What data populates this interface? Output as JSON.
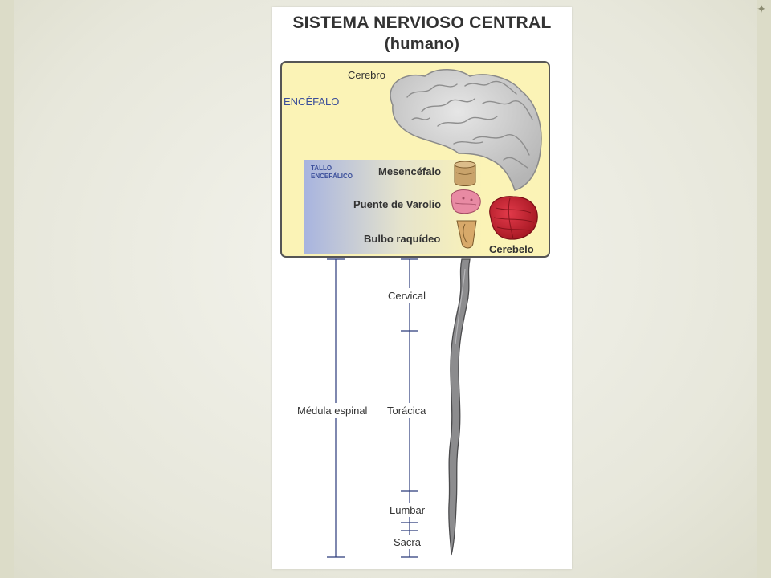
{
  "title_line1": "SISTEMA NERVIOSO CENTRAL",
  "title_line2": "(humano)",
  "encefalo": "ENCÉFALO",
  "cerebro": "Cerebro",
  "tallo_line1": "TALLO",
  "tallo_line2": "ENCEFÁLICO",
  "mesencefalo": "Mesencéfalo",
  "puente": "Puente de Varolio",
  "bulbo": "Bulbo raquídeo",
  "cerebelo": "Cerebelo",
  "medula": "Médula espinal",
  "cervical": "Cervical",
  "toracica": "Torácica",
  "lumbar": "Lumbar",
  "sacra": "Sacra",
  "colors": {
    "encefalo_box": "#fbf3b6",
    "brain": "#cfcfcf",
    "cerebelo": "#c51d2e",
    "pons": "#e88aa3",
    "mid": "#c9a36b",
    "axis": "#2b3a7a",
    "spinal_cord": "#6e6e70"
  }
}
